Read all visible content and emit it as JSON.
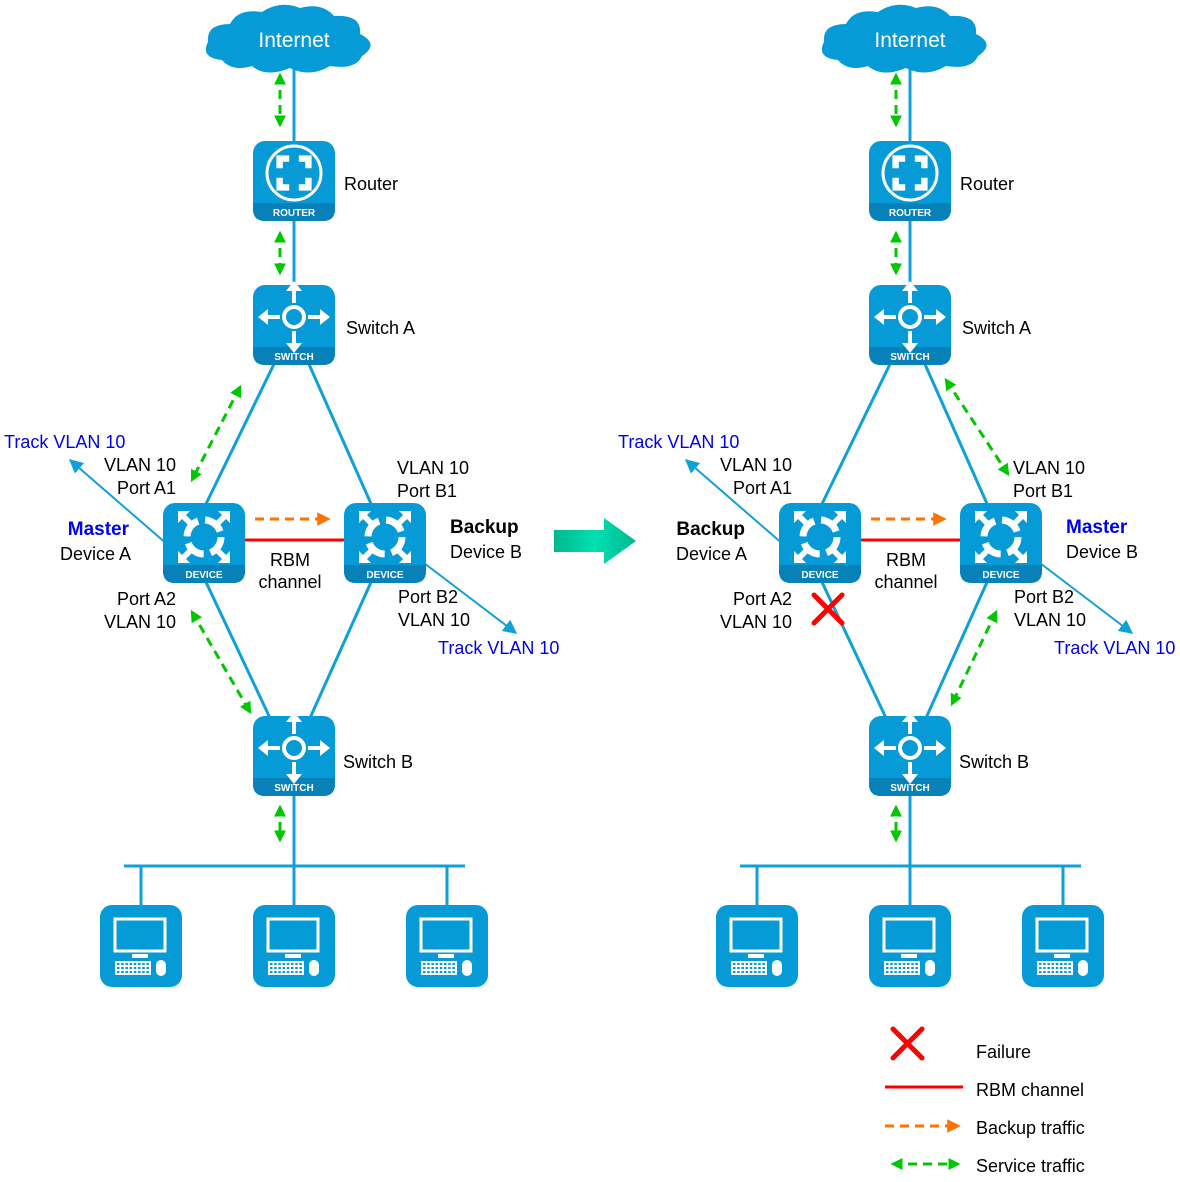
{
  "colors": {
    "device_blue": "#069bd6",
    "device_blue_dark": "#0881b8",
    "link_blue": "#10a0d8",
    "rbm_red": "#ff0000",
    "backup_orange": "#ff7300",
    "service_green": "#00c800",
    "transition_arrow": "#00d0a0",
    "track_text": "#0000ee"
  },
  "panels": [
    {
      "id": "before",
      "internet": "Internet",
      "router": {
        "label": "Router",
        "badge": "ROUTER"
      },
      "switch_a": {
        "label": "Switch A",
        "badge": "SWITCH"
      },
      "switch_b": {
        "label": "Switch B",
        "badge": "SWITCH"
      },
      "device_a": {
        "role": "Master",
        "name": "Device A",
        "badge": "DEVICE",
        "port1": [
          "VLAN 10",
          "Port A1"
        ],
        "port2": [
          "Port A2",
          "VLAN 10"
        ],
        "track": "Track VLAN 10",
        "role_color": "blue"
      },
      "device_b": {
        "role": "Backup",
        "name": "Device B",
        "badge": "DEVICE",
        "port1": [
          "VLAN 10",
          "Port B1"
        ],
        "port2": [
          "Port B2",
          "VLAN 10"
        ],
        "track": "Track VLAN 10",
        "role_color": "black"
      },
      "rbm": [
        "RBM",
        "channel"
      ],
      "failure": false,
      "hosts": 3
    },
    {
      "id": "after",
      "internet": "Internet",
      "router": {
        "label": "Router",
        "badge": "ROUTER"
      },
      "switch_a": {
        "label": "Switch A",
        "badge": "SWITCH"
      },
      "switch_b": {
        "label": "Switch B",
        "badge": "SWITCH"
      },
      "device_a": {
        "role": "Backup",
        "name": "Device A",
        "badge": "DEVICE",
        "port1": [
          "VLAN 10",
          "Port A1"
        ],
        "port2": [
          "Port A2",
          "VLAN 10"
        ],
        "track": "Track VLAN 10",
        "role_color": "black"
      },
      "device_b": {
        "role": "Master",
        "name": "Device B",
        "badge": "DEVICE",
        "port1": [
          "VLAN 10",
          "Port B1"
        ],
        "port2": [
          "Port B2",
          "VLAN 10"
        ],
        "track": "Track VLAN 10",
        "role_color": "blue"
      },
      "rbm": [
        "RBM",
        "channel"
      ],
      "failure": true,
      "hosts": 3
    }
  ],
  "legend": {
    "failure": "Failure",
    "rbm": "RBM channel",
    "backup": "Backup traffic",
    "service": "Service traffic"
  }
}
